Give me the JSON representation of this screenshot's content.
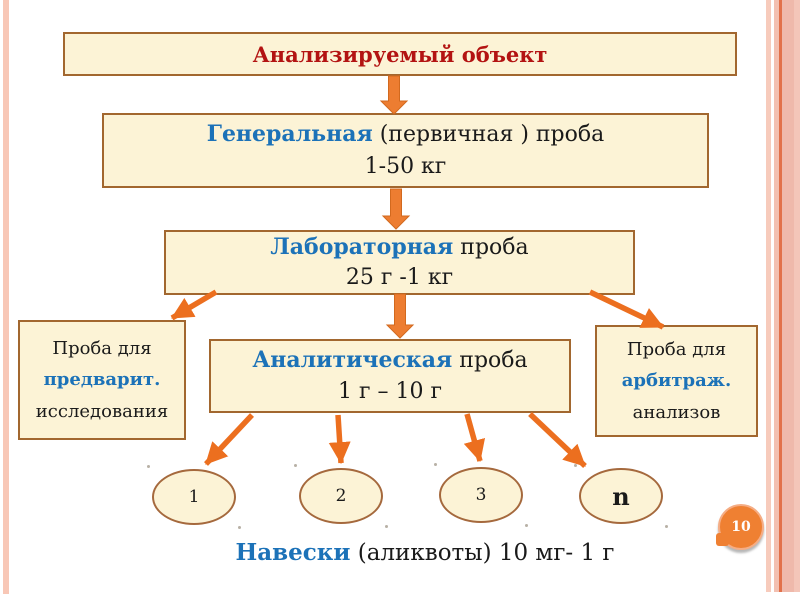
{
  "slide": {
    "page_number": "10"
  },
  "colors": {
    "box_fill": "#FCF3D6",
    "box_border": "#A2672F",
    "title_red": "#B31312",
    "highlight_blue": "#1C72B8",
    "arrow_orange": "#ED7D31",
    "frame_pink": "#F6C4B4",
    "badge_orange": "#EF8032"
  },
  "diagram": {
    "analyzed_object": {
      "title": "Анализируемый объект"
    },
    "general_sample": {
      "highlight": "Генеральная",
      "rest": " (первичная ) проба",
      "amount": "1-50 кг"
    },
    "laboratory_sample": {
      "highlight": "Лабораторная",
      "rest": " проба",
      "amount": "25 г -1 кг"
    },
    "preliminary_sample": {
      "line1": "Проба для",
      "highlight": "предварит.",
      "line3": "исследования"
    },
    "analytical_sample": {
      "highlight": "Аналитическая",
      "rest": " проба",
      "amount": "1 г – 10 г"
    },
    "arbitration_sample": {
      "line1": "Проба для",
      "highlight": "арбитраж.",
      "line3": "анализов"
    },
    "aliquots": [
      "1",
      "2",
      "3",
      "n"
    ],
    "caption": {
      "highlight": "Навески",
      "rest": " (аликвоты) 10 мг- 1 г"
    }
  }
}
